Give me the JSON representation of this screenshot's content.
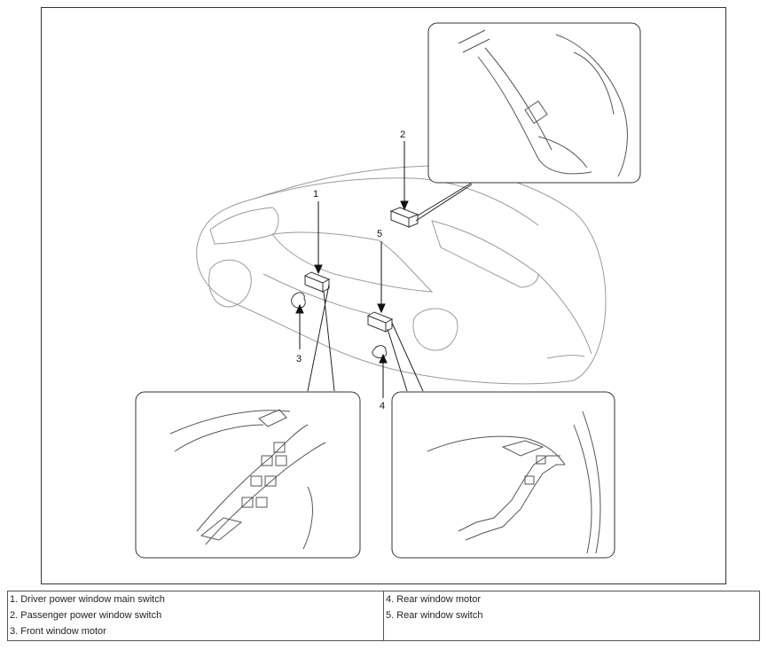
{
  "callouts": {
    "c1": "1",
    "c2": "2",
    "c3": "3",
    "c4": "4",
    "c5": "5"
  },
  "legend": {
    "left": [
      "1. Driver power window main switch",
      "2. Passenger power window switch",
      "3. Front window motor"
    ],
    "right": [
      "4. Rear window motor",
      "5. Rear window switch"
    ]
  }
}
